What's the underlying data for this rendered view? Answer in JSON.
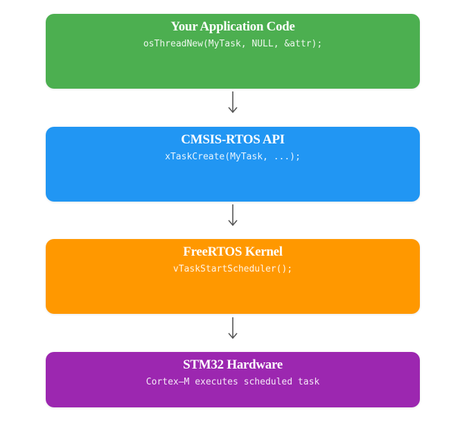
{
  "diagram": {
    "type": "layered-stack",
    "layers": [
      {
        "title": "Your Application Code",
        "code": "osThreadNew(MyTask, NULL, &attr);",
        "color": "#4caf50"
      },
      {
        "title": "CMSIS-RTOS API",
        "code": "xTaskCreate(MyTask, ...);",
        "color": "#2196f3"
      },
      {
        "title": "FreeRTOS Kernel",
        "code": "vTaskStartScheduler();",
        "color": "#ff9800"
      },
      {
        "title": "STM32 Hardware",
        "code": "Cortex—M executes scheduled task",
        "color": "#9c27b0"
      }
    ],
    "connectors": [
      {
        "from": "Your Application Code",
        "to": "CMSIS-RTOS API",
        "icon": "arrow-down-icon"
      },
      {
        "from": "CMSIS-RTOS API",
        "to": "FreeRTOS Kernel",
        "icon": "arrow-down-icon"
      },
      {
        "from": "FreeRTOS Kernel",
        "to": "STM32 Hardware",
        "icon": "arrow-down-icon"
      }
    ],
    "arrow_color": "#555555"
  }
}
